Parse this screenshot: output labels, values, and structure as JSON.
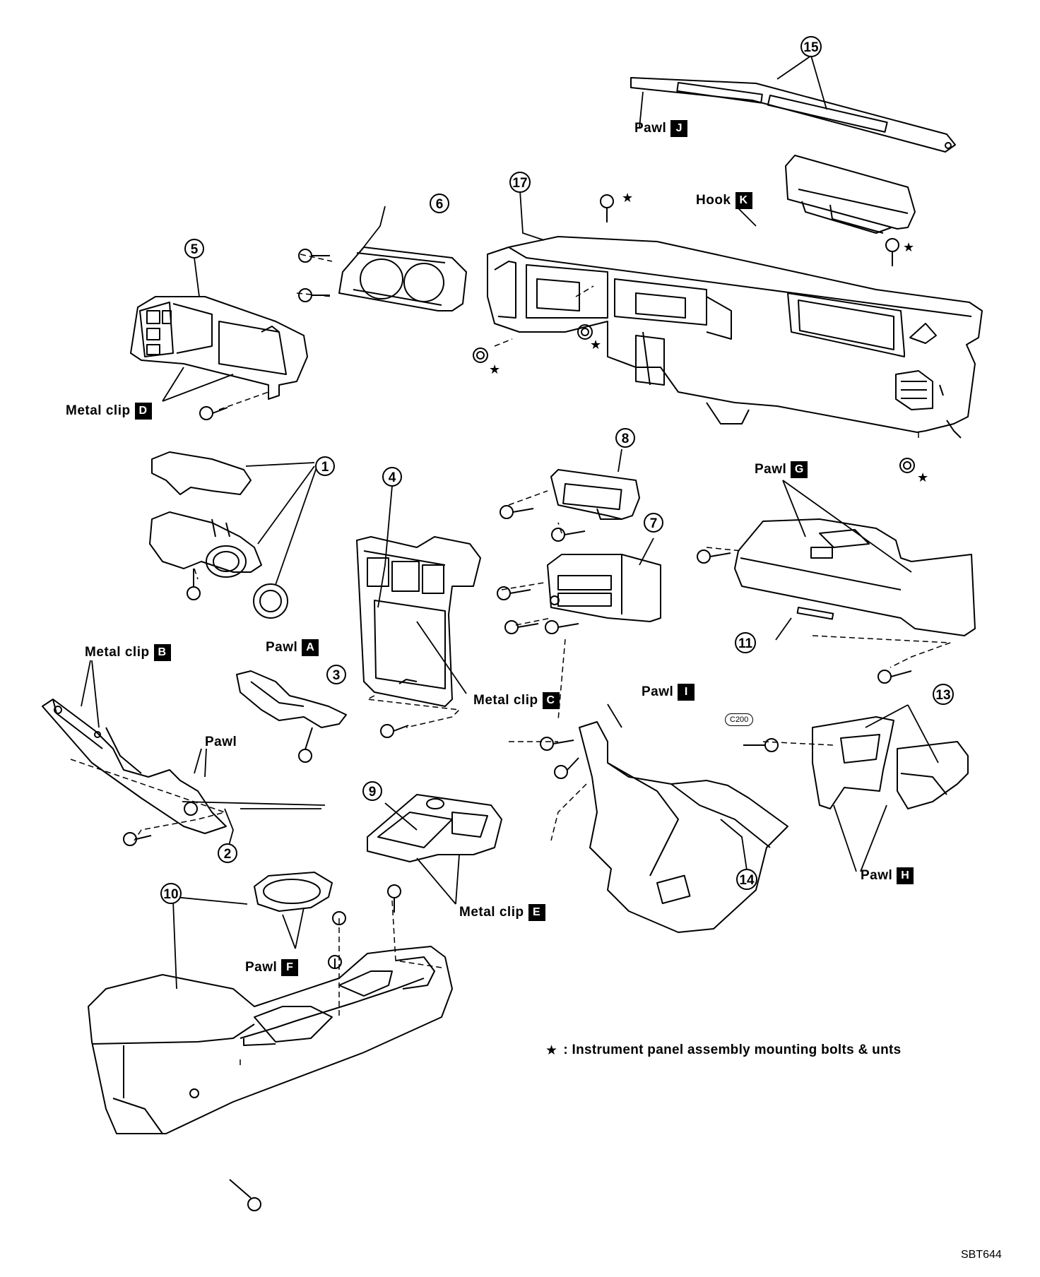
{
  "part_numbers": [
    "1",
    "2",
    "3",
    "4",
    "5",
    "6",
    "7",
    "8",
    "9",
    "10",
    "11",
    "13",
    "14",
    "15",
    "17"
  ],
  "labels": {
    "pawl_a": {
      "text": "Pawl",
      "tag": "A"
    },
    "pawl_b": {
      "text": "Pawl",
      "tag": ""
    },
    "metal_clip_b": {
      "text": "Metal clip",
      "tag": "B"
    },
    "metal_clip_c": {
      "text": "Metal clip",
      "tag": "C"
    },
    "metal_clip_d": {
      "text": "Metal clip",
      "tag": "D"
    },
    "metal_clip_e": {
      "text": "Metal clip",
      "tag": "E"
    },
    "pawl_f": {
      "text": "Pawl",
      "tag": "F"
    },
    "pawl_g": {
      "text": "Pawl",
      "tag": "G"
    },
    "pawl_h": {
      "text": "Pawl",
      "tag": "H"
    },
    "pawl_i": {
      "text": "Pawl",
      "tag": "I"
    },
    "pawl_j": {
      "text": "Pawl",
      "tag": "J"
    },
    "hook_k": {
      "text": "Hook",
      "tag": "K"
    }
  },
  "connector": "C200",
  "star_symbol": "★",
  "note": {
    "symbol": "★",
    "text": ": Instrument panel assembly mounting bolts & unts"
  },
  "figure_code": "SBT644"
}
